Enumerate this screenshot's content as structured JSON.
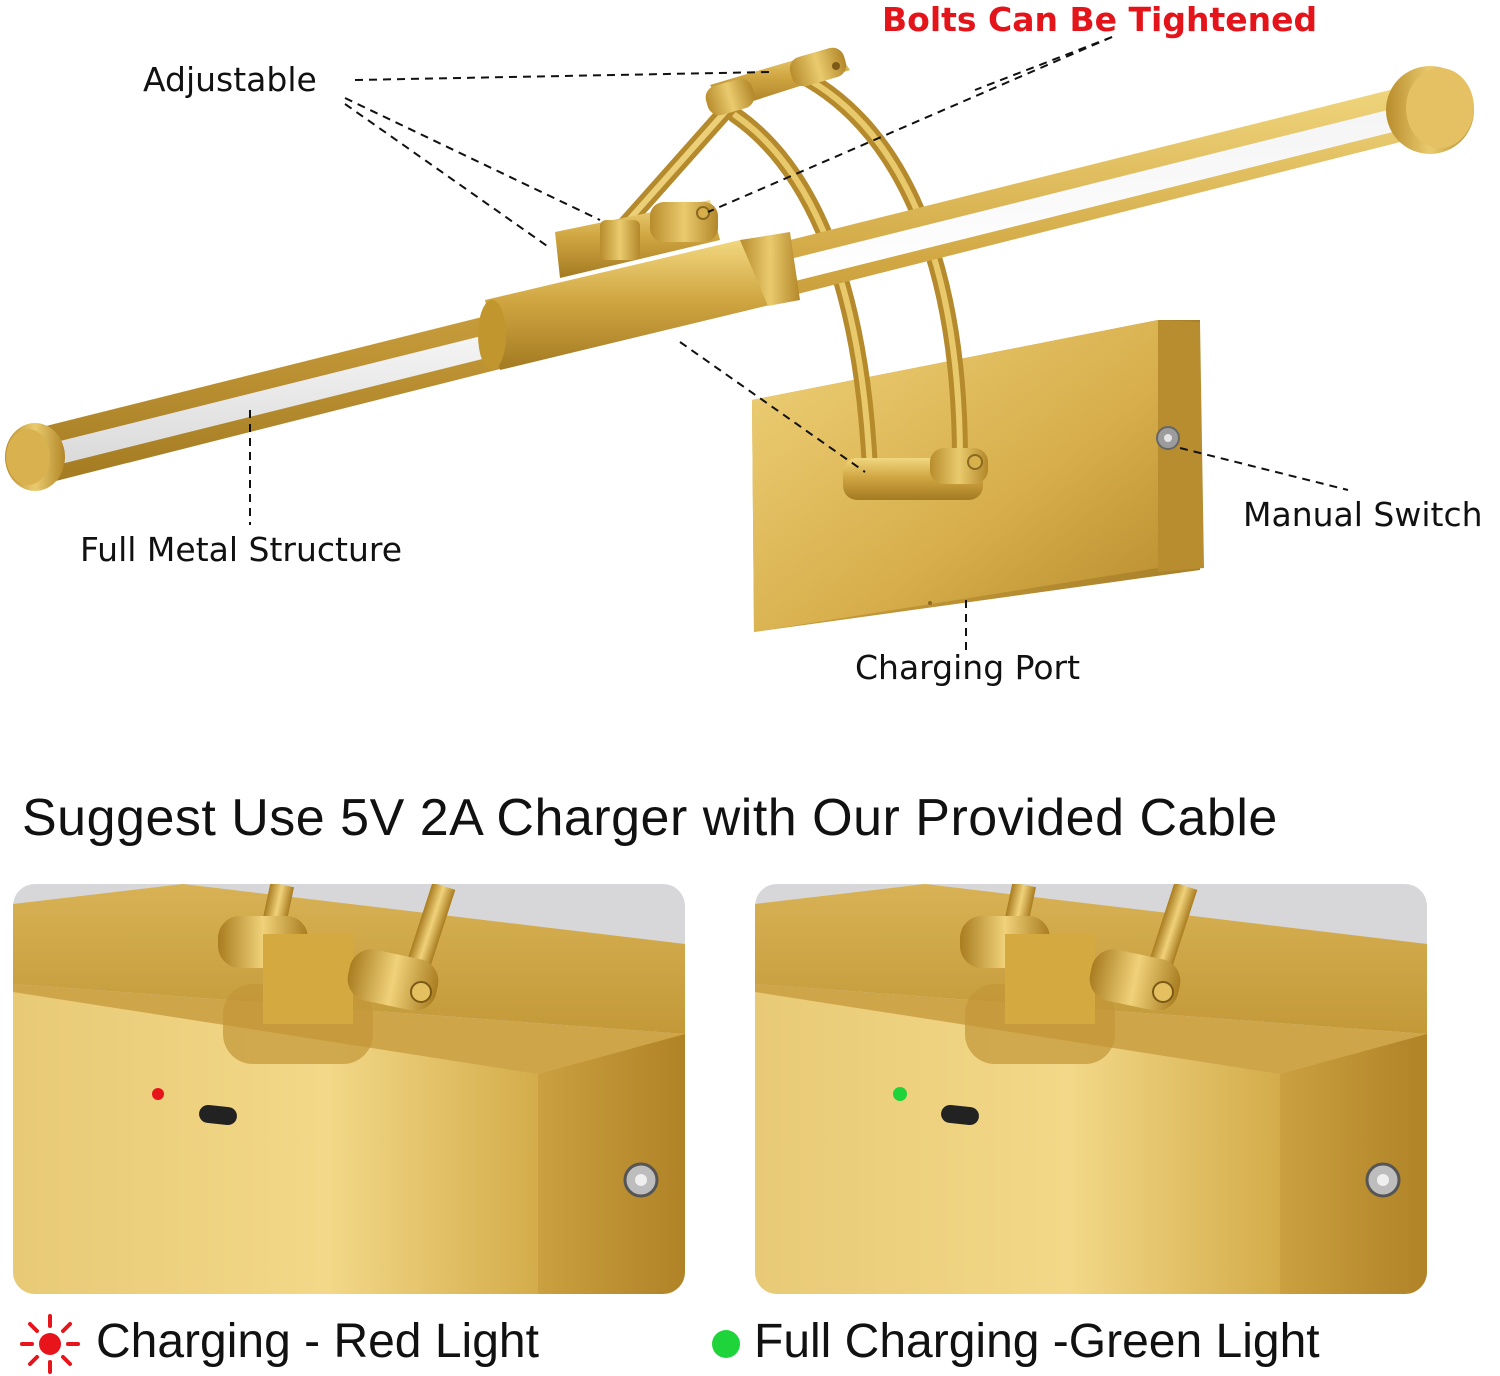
{
  "callouts": {
    "adjustable": "Adjustable",
    "bolts": "Bolts Can Be Tightened",
    "full_metal": "Full Metal Structure",
    "manual_switch": "Manual Switch",
    "charging_port": "Charging Port"
  },
  "headline": "Suggest Use 5V 2A Charger with Our Provided Cable",
  "status": {
    "charging": "Charging - Red Light",
    "full": "Full Charging -Green Light"
  },
  "colors": {
    "gold": "#c9a13f",
    "bolts_text": "#e4141b",
    "red_indicator": "#e8141b",
    "green_indicator": "#1fd43a"
  },
  "icons": {
    "charging": "sun-icon",
    "full": "dot-icon"
  }
}
